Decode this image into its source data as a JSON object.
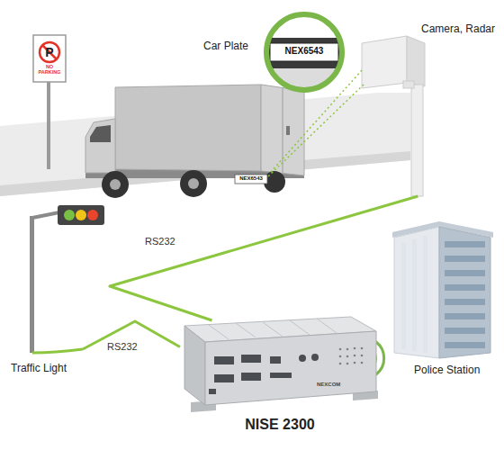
{
  "diagram": {
    "nodes": [
      {
        "text": [
          "Camera, Radar"
        ]
      },
      {
        "text": [
          "Traffic Light"
        ]
      },
      {
        "text": [
          "NISE 2300"
        ]
      },
      {
        "text": [
          "Police Station"
        ]
      }
    ],
    "edges": [
      {
        "from": 0,
        "to": 2,
        "label": "RS232",
        "arrow": "none"
      },
      {
        "from": 1,
        "to": 2,
        "label": "RS232",
        "arrow": "none"
      }
    ],
    "labels": [
      "P",
      "Car Plate",
      "NEX6543",
      "NO PARKING",
      "NEX6543",
      "NEXCOM"
    ]
  }
}
